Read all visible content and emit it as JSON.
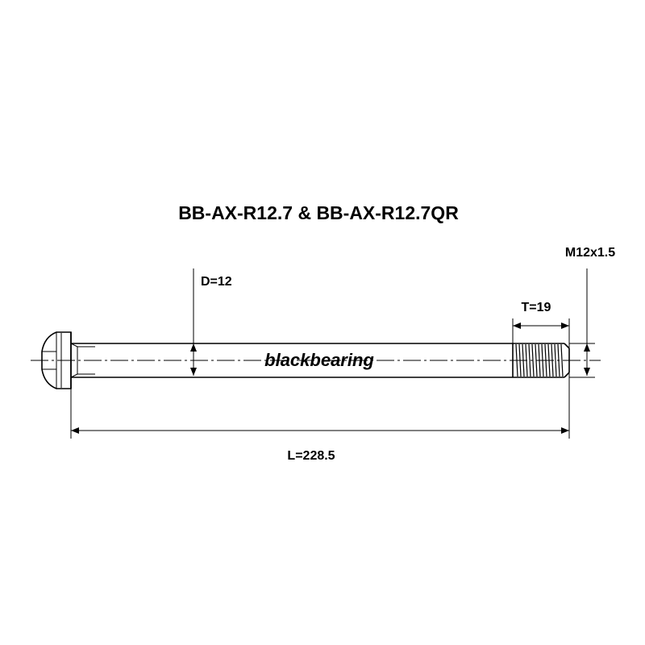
{
  "title": "BB-AX-R12.7  &  BB-AX-R12.7QR",
  "brand": "blackbearing",
  "dimensions": {
    "diameter": "D=12",
    "thread_spec": "M12x1.5",
    "thread_length": "T=19",
    "length": "L=228.5"
  }
}
